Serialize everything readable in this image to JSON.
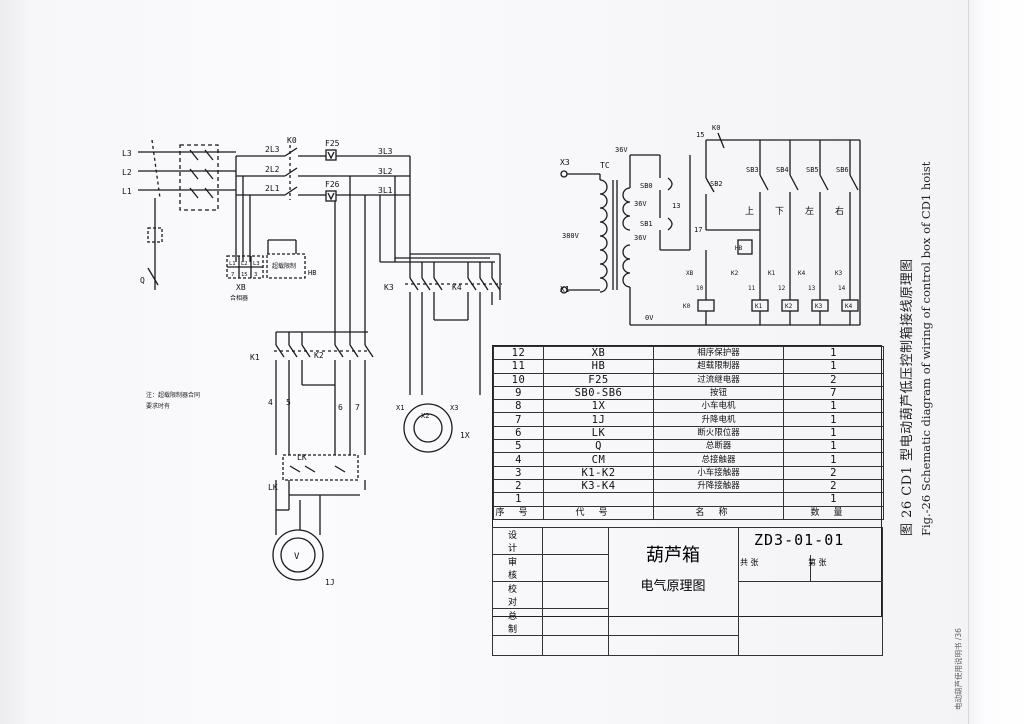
{
  "caption": {
    "zh": "图 26   CD1 型电动葫芦低压控制箱接线原理图",
    "en": "Fig.-26 Schematic diagram of wiring of control box of CD1 hoist"
  },
  "footer": "电动葫芦使用说明书 /36",
  "note": [
    "注：超载限制器合同",
    "要求时有"
  ],
  "labels": {
    "L3": "L3",
    "L2": "L2",
    "L1": "L1",
    "Q": "Q",
    "K0": "K0",
    "F25": "F25",
    "F26": "F26",
    "2L3": "2L3",
    "2L2": "2L2",
    "2L1": "2L1",
    "3L3": "3L3",
    "3L2": "3L2",
    "3L1": "3L1",
    "XB": "XB",
    "xb_name": "合相器",
    "HB": "HB",
    "hb_box": "超载限制",
    "terminals": [
      "L1",
      "L2",
      "L3",
      "7",
      "15",
      "3"
    ],
    "K1": "K1",
    "K2": "K2",
    "K3": "K3",
    "K4": "K4",
    "LK": "LK",
    "n4": "4",
    "n5": "5",
    "n6": "6",
    "n7": "7",
    "X1": "X1",
    "X2": "X2",
    "X3": "X3",
    "motor1x": "1X",
    "motor1j": "1J",
    "v": "V",
    "x3": "X3",
    "x1": "X1",
    "tc": "TC",
    "v380": "380V",
    "v36a": "36V",
    "v36b": "36V",
    "v36c": "36V",
    "v0": "0V",
    "sb0": "SB0",
    "sb1": "SB1",
    "sb2": "SB2",
    "sb3": "SB3",
    "sb4": "SB4",
    "sb5": "SB5",
    "sb6": "SB6",
    "n13": "13",
    "n15": "15",
    "n17": "17",
    "n10": "10",
    "n11": "11",
    "n12": "12",
    "n14": "14",
    "up": "上",
    "down": "下",
    "left": "左",
    "right": "右",
    "hb2": "HB",
    "k2b": "K2",
    "k1b": "K1",
    "k4b": "K4",
    "k3b": "K3",
    "xbb": "XB",
    "k0b": "K0",
    "coil_k0": "K0",
    "coil_k1": "K1",
    "coil_k2": "K2",
    "coil_k3": "K3",
    "coil_k4": "K4"
  },
  "bom": {
    "rows": [
      {
        "no": "12",
        "code": "XB",
        "name": "相序保护器",
        "qty": "1"
      },
      {
        "no": "11",
        "code": "HB",
        "name": "超载限制器",
        "qty": "1"
      },
      {
        "no": "10",
        "code": "F25",
        "name": "过流继电器",
        "qty": "2"
      },
      {
        "no": "9",
        "code": "SB0-SB6",
        "name": "按钮",
        "qty": "7"
      },
      {
        "no": "8",
        "code": "1X",
        "name": "小车电机",
        "qty": "1"
      },
      {
        "no": "7",
        "code": "1J",
        "name": "升降电机",
        "qty": "1"
      },
      {
        "no": "6",
        "code": "LK",
        "name": "断火限位器",
        "qty": "1"
      },
      {
        "no": "5",
        "code": "Q",
        "name": "总断器",
        "qty": "1"
      },
      {
        "no": "4",
        "code": "CM",
        "name": "总接触器",
        "qty": "1"
      },
      {
        "no": "3",
        "code": "K1-K2",
        "name": "小车接触器",
        "qty": "2"
      },
      {
        "no": "2",
        "code": "K3-K4",
        "name": "升降接触器",
        "qty": "2"
      },
      {
        "no": "1",
        "code": "",
        "name": "",
        "qty": "1"
      }
    ],
    "header": {
      "no": "序号",
      "code": "代号",
      "name": "名称",
      "qty": "数量"
    }
  },
  "title_block": {
    "design": "设 计",
    "review": "审 核",
    "check": "校 对",
    "chief": "总 制",
    "main": "葫芦箱",
    "sub": "电气原理图",
    "code": "ZD3-01-01",
    "sheets": "共   张",
    "sheet_no": "第   张"
  }
}
